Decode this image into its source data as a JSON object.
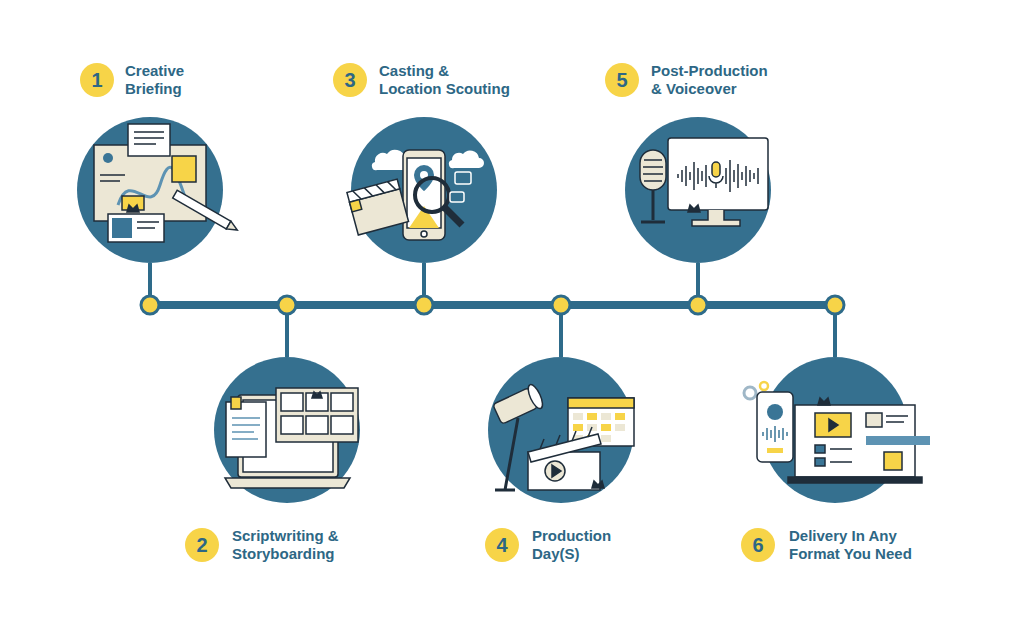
{
  "diagram": {
    "nodes": [
      {
        "text": [
          "1",
          "Creative Briefing"
        ]
      },
      {
        "text": [
          "2",
          "Scriptwriting & Storyboarding"
        ]
      },
      {
        "text": [
          "3",
          "Casting & Location Scouting"
        ]
      },
      {
        "text": [
          "4",
          "Production Day(S)"
        ]
      },
      {
        "text": [
          "5",
          "Post-Production & Voiceover"
        ]
      },
      {
        "text": [
          "6",
          "Delivery In Any Format You Need"
        ]
      }
    ],
    "edges": [
      {
        "from": 0,
        "to": 1,
        "arrow": "none"
      },
      {
        "from": 1,
        "to": 2,
        "arrow": "none"
      },
      {
        "from": 2,
        "to": 3,
        "arrow": "none"
      },
      {
        "from": 3,
        "to": 4,
        "arrow": "none"
      },
      {
        "from": 4,
        "to": 5,
        "arrow": "none"
      }
    ]
  }
}
